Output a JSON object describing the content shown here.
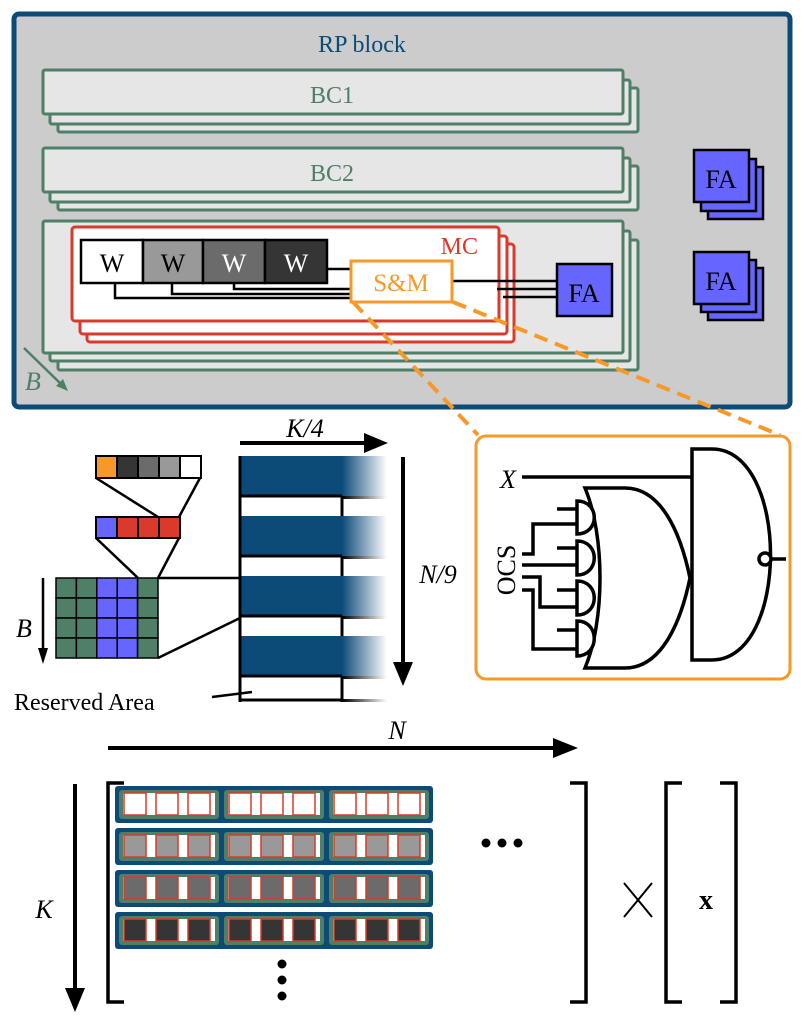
{
  "rp_block": {
    "title": "RP block",
    "batch_label": "B",
    "bit_columns": [
      {
        "label": "BC1"
      },
      {
        "label": "BC2"
      }
    ],
    "macro_cell": {
      "label": "MC",
      "weights": [
        {
          "label": "W",
          "fill": "#ffffff",
          "text_color": "#000000"
        },
        {
          "label": "W",
          "fill": "#999999",
          "text_color": "#000000"
        },
        {
          "label": "W",
          "fill": "#6b6b6b",
          "text_color": "#ffffff"
        },
        {
          "label": "W",
          "fill": "#353535",
          "text_color": "#ffffff"
        }
      ],
      "sm_label": "S&M",
      "fa_label": "FA"
    },
    "fa_stacks": [
      {
        "label": "FA"
      },
      {
        "label": "FA"
      }
    ]
  },
  "layout_detail": {
    "col_label": "K/4",
    "row_label": "N/9",
    "batch_label": "B",
    "reserved_label": "Reserved Area",
    "bit_strip": [
      "#f7992a",
      "#353535",
      "#6b6b6b",
      "#999999",
      "#ffffff"
    ],
    "group_strip": [
      "#6666ff",
      "#d93a2b",
      "#d93a2b",
      "#d93a2b"
    ]
  },
  "gate_detail": {
    "x_label": "X",
    "ocs_label": "OCS"
  },
  "matmul": {
    "n_label": "N",
    "k_label": "K",
    "times_symbol": "×",
    "vector_label": "x",
    "h_ellipsis": "···",
    "row_fills": [
      "#ffffff",
      "#999999",
      "#6b6b6b",
      "#353535"
    ]
  },
  "colors": {
    "rp_border": "#0c4a78",
    "rp_bg": "#cccccc",
    "bc_border": "#4f7f66",
    "bc_bg": "#e6e6e6",
    "mc_border": "#d93a2b",
    "sm_border": "#f7992a",
    "fa_fill": "#6666ff",
    "dark_blue": "#0c4a78"
  }
}
